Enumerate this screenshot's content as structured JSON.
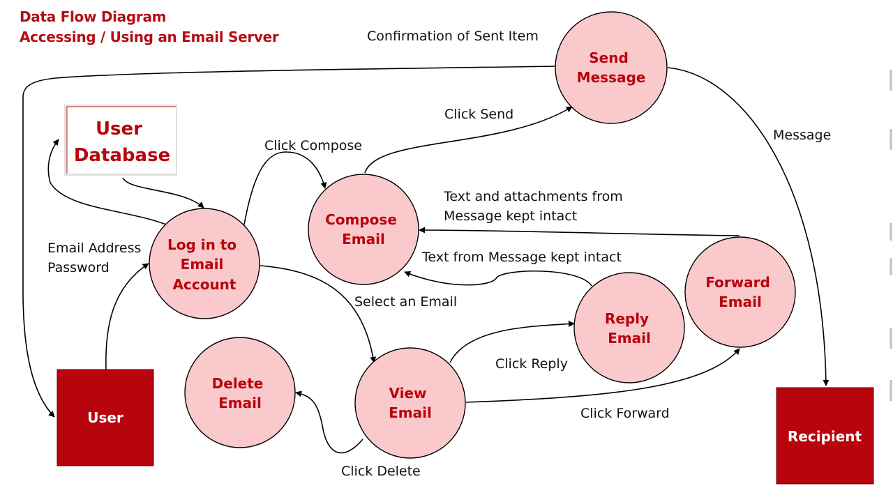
{
  "title": {
    "line1": "Data Flow Diagram",
    "line2": "Accessing / Using an Email Server"
  },
  "colors": {
    "process_fill": "#f9c9cc",
    "process_text": "#b8040c",
    "entity_fill": "#b8040c",
    "entity_text": "#ffffff",
    "store_text": "#b8040c"
  },
  "nodes": {
    "user_database": {
      "lines": [
        "User",
        "Database"
      ]
    },
    "login": {
      "lines": [
        "Log in to",
        "Email",
        "Account"
      ]
    },
    "compose": {
      "lines": [
        "Compose",
        "Email"
      ]
    },
    "send": {
      "lines": [
        "Send",
        "Message"
      ]
    },
    "view": {
      "lines": [
        "View",
        "Email"
      ]
    },
    "delete": {
      "lines": [
        "Delete",
        "Email"
      ]
    },
    "reply": {
      "lines": [
        "Reply",
        "Email"
      ]
    },
    "forward": {
      "lines": [
        "Forward",
        "Email"
      ]
    },
    "user": {
      "lines": [
        "User"
      ]
    },
    "recipient": {
      "lines": [
        "Recipient"
      ]
    }
  },
  "flows": {
    "confirmation": {
      "lines": [
        "Confirmation of Sent Item"
      ]
    },
    "click_send": {
      "lines": [
        "Click Send"
      ]
    },
    "message": {
      "lines": [
        "Message"
      ]
    },
    "click_compose": {
      "lines": [
        "Click Compose"
      ]
    },
    "text_attachments": {
      "lines": [
        "Text and attachments from",
        "Message kept intact"
      ]
    },
    "text_from_message": {
      "lines": [
        "Text from Message kept intact"
      ]
    },
    "credentials": {
      "lines": [
        "Email Address",
        "Password"
      ]
    },
    "select_email": {
      "lines": [
        "Select an Email"
      ]
    },
    "click_reply": {
      "lines": [
        "Click Reply"
      ]
    },
    "click_forward": {
      "lines": [
        "Click Forward"
      ]
    },
    "click_delete": {
      "lines": [
        "Click Delete"
      ]
    }
  }
}
